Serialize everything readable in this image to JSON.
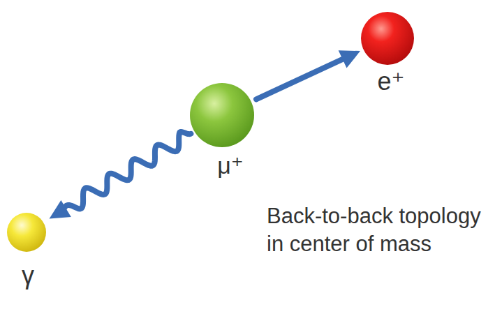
{
  "diagram": {
    "nodes": [
      {
        "text": [
          "e⁺"
        ]
      },
      {
        "text": [
          "μ⁺"
        ]
      },
      {
        "text": [
          "γ"
        ]
      }
    ],
    "edges": [
      {
        "from": 1,
        "to": 0,
        "arrow": "to"
      },
      {
        "from": 1,
        "to": 2,
        "arrow": "to"
      }
    ],
    "labels": [
      "Back-to-back topology in center of mass"
    ]
  }
}
